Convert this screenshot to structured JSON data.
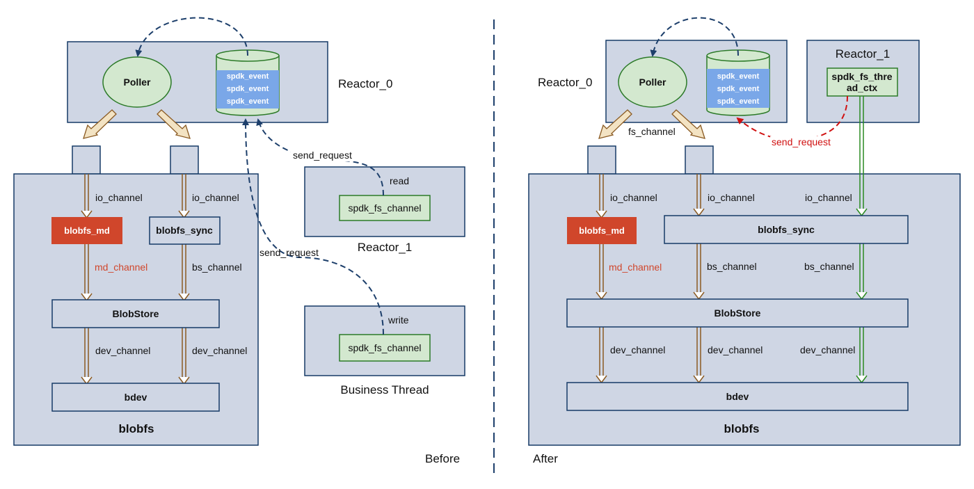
{
  "colors": {
    "container_fill": "#cfd6e4",
    "container_stroke": "#163a66",
    "green_fill": "#d3e8cf",
    "green_stroke": "#2c7a28",
    "event_fill": "#7aa7e8",
    "red_box": "#d0462b",
    "brown_arrow": "#8a5a22",
    "beige_arrow": "#f3e3c3",
    "green_arrow": "#2a8a20",
    "dashed_blue": "#1d3f6b",
    "dashed_red": "#d01010"
  },
  "before": {
    "caption": "Before",
    "reactor0": {
      "label": "Reactor_0",
      "poller": "Poller",
      "events": [
        "spdk_event",
        "spdk_event",
        "spdk_event"
      ]
    },
    "reactor1": {
      "label": "Reactor_1",
      "channel": "spdk_fs_channel",
      "action": "read"
    },
    "business": {
      "label": "Business Thread",
      "channel": "spdk_fs_channel",
      "action": "write"
    },
    "send_request_1": "send_request",
    "send_request_2": "send_request",
    "blobfs": {
      "title": "blobfs",
      "blobfs_md": "blobfs_md",
      "blobfs_sync": "blobfs_sync",
      "io_channel_1": "io_channel",
      "io_channel_2": "io_channel",
      "md_channel": "md_channel",
      "bs_channel": "bs_channel",
      "blobstore": "BlobStore",
      "dev_channel_1": "dev_channel",
      "dev_channel_2": "dev_channel",
      "bdev": "bdev"
    }
  },
  "after": {
    "caption": "After",
    "reactor0": {
      "label": "Reactor_0",
      "poller": "Poller",
      "events": [
        "spdk_event",
        "spdk_event",
        "spdk_event"
      ],
      "fs_channel": "fs_channel"
    },
    "reactor1": {
      "label": "Reactor_1",
      "ctx_line1": "spdk_fs_thre",
      "ctx_line2": "ad_ctx"
    },
    "send_request": "send_request",
    "blobfs": {
      "title": "blobfs",
      "blobfs_md": "blobfs_md",
      "blobfs_sync": "blobfs_sync",
      "io_channel_1": "io_channel",
      "io_channel_2": "io_channel",
      "io_channel_3": "io_channel",
      "md_channel": "md_channel",
      "bs_channel_1": "bs_channel",
      "bs_channel_2": "bs_channel",
      "blobstore": "BlobStore",
      "dev_channel_1": "dev_channel",
      "dev_channel_2": "dev_channel",
      "dev_channel_3": "dev_channel",
      "bdev": "bdev"
    }
  }
}
